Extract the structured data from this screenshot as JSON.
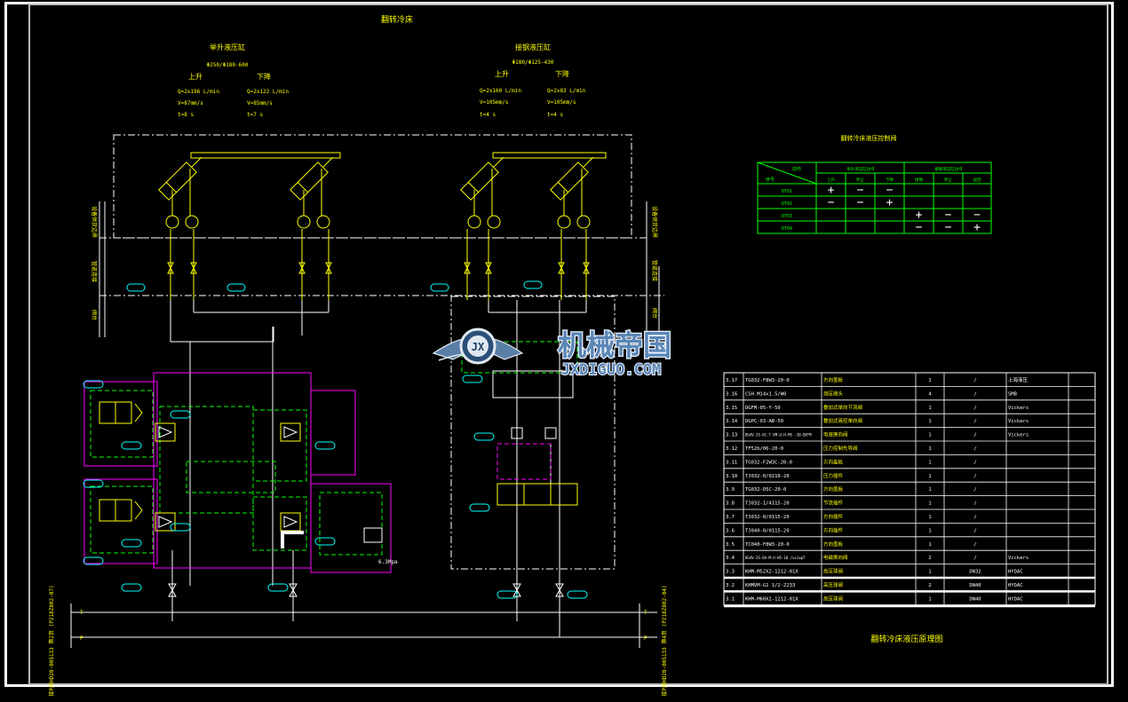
{
  "drawing": {
    "title": "翻转冷床",
    "bottom_title": "翻转冷床液压原理图",
    "colors": {
      "background": "#000000",
      "line": "#ffffff",
      "yellow": "#ffff00",
      "cyan": "#00ffff",
      "magenta": "#ff00ff",
      "green": "#00ff00",
      "red": "#ff2020"
    }
  },
  "cylinder_groups": [
    {
      "name": "举升液压缸",
      "spec": "Φ250/Φ180-600",
      "up": {
        "label": "上升",
        "q": "Q=2x196 L/min",
        "v": "V=87mm/s",
        "t": "t=8 s"
      },
      "down": {
        "label": "下降",
        "q": "Q=2x122 L/min",
        "v": "V=85mm/s",
        "t": "t=7 s"
      }
    },
    {
      "name": "接钢液压缸",
      "spec": "Φ180/Φ125-430",
      "up": {
        "label": "上升",
        "q": "Q=2x160 L/min",
        "v": "V=105mm/s",
        "t": "t=4 s"
      },
      "down": {
        "label": "下降",
        "q": "Q=2x83 L/min",
        "v": "V=105mm/s",
        "t": "t=4 s"
      }
    }
  ],
  "side_labels": {
    "left_upper": "设备供货边界",
    "left_mid": "管道连接",
    "left_low": "阀台",
    "right_upper": "设备供货边界",
    "right_mid": "管道连接",
    "right_low": "阀台",
    "pipe_left": "接P用HD20-005133 第2页 (P218Z802-07)",
    "pipe_right": "接P用HD20-005133 第4页 (P218Z802-04)"
  },
  "solenoid_table": {
    "title": "翻转冷床液压控制阀",
    "header_corner_top": "动作",
    "header_corner_bottom": "序号",
    "group1": "举升液压缸动作",
    "group2": "接钢液压缸动作",
    "sub": [
      "上升",
      "停止",
      "下降",
      "接钢",
      "停止",
      "返回"
    ],
    "rows": [
      {
        "id": "DT01",
        "cells": [
          "+",
          "−",
          "−",
          "",
          "",
          ""
        ]
      },
      {
        "id": "DT02",
        "cells": [
          "−",
          "−",
          "+",
          "",
          "",
          ""
        ]
      },
      {
        "id": "DT03",
        "cells": [
          "",
          "",
          "",
          "+",
          "−",
          "−"
        ]
      },
      {
        "id": "DT04",
        "cells": [
          "",
          "",
          "",
          "−",
          "−",
          "+"
        ]
      }
    ]
  },
  "parts": [
    {
      "no": "3.17",
      "code": "TG032-F8W3-20-0",
      "name": "方向盖板",
      "qty": "1",
      "spec": "/",
      "maker": "上海液压"
    },
    {
      "no": "3.16",
      "code": "CSH M14x1.5/W0",
      "name": "测压接头",
      "qty": "4",
      "spec": "/",
      "maker": "SMB"
    },
    {
      "no": "3.15",
      "code": "DGFM-05-Y-50",
      "name": "叠加式单向节流阀",
      "qty": "1",
      "spec": "/",
      "maker": "Vickers"
    },
    {
      "no": "3.14",
      "code": "DGPC-03-AB-50",
      "name": "叠加式液控单向阀",
      "qty": "1",
      "spec": "/",
      "maker": "Vickers"
    },
    {
      "no": "3.13",
      "code": "DG4V-3S-6C-T-VM-U-H-M5 -30-EN*M",
      "name": "电液换向阀",
      "qty": "1",
      "spec": "/",
      "maker": "Vickers"
    },
    {
      "no": "3.12",
      "code": "TF52b/06-20-0",
      "name": "压力控制先导阀",
      "qty": "1",
      "spec": "/",
      "maker": ""
    },
    {
      "no": "3.11",
      "code": "TG032-F2W3C-20-0",
      "name": "方向盖板",
      "qty": "1",
      "spec": "/",
      "maker": ""
    },
    {
      "no": "3.10",
      "code": "TJ032-0/0210-20",
      "name": "压力插件",
      "qty": "1",
      "spec": "/",
      "maker": ""
    },
    {
      "no": "3.9",
      "code": "TG032-D5C-20-0",
      "name": "方向盖板",
      "qty": "1",
      "spec": "/",
      "maker": ""
    },
    {
      "no": "3.8",
      "code": "TJ032-1/4115-20",
      "name": "节流插件",
      "qty": "1",
      "spec": "/",
      "maker": ""
    },
    {
      "no": "3.7",
      "code": "TJ032-0/0115-20",
      "name": "方向插件",
      "qty": "1",
      "spec": "/",
      "maker": ""
    },
    {
      "no": "3.6",
      "code": "TJ040-0/0115-20",
      "name": "方向插件",
      "qty": "1",
      "spec": "/",
      "maker": ""
    },
    {
      "no": "3.5",
      "code": "TC040-F8W3-20-0",
      "name": "方向盖板",
      "qty": "1",
      "spec": "/",
      "maker": ""
    },
    {
      "no": "3.4",
      "code": "DG4V-3S-6A-M-U-H5-10 /ss/wp7",
      "name": "电磁换向阀",
      "qty": "2",
      "spec": "/",
      "maker": "Vickers"
    },
    {
      "no": "3.3",
      "code": "KHM-M52X2-1212-01X",
      "name": "高压球阀",
      "qty": "1",
      "spec": "DN32",
      "maker": "HYDAC"
    },
    {
      "no": "3.2",
      "code": "KHMVM-G1 1/2-2233",
      "name": "高压球阀",
      "qty": "2",
      "spec": "DN40",
      "maker": "HYDAC"
    },
    {
      "no": "3.1",
      "code": "KHM-M60X2-1212-01X",
      "name": "高压球阀",
      "qty": "1",
      "spec": "DN40",
      "maker": "HYDAC"
    }
  ],
  "watermark": {
    "cn": "机械帝国",
    "en": "JXDIGUO.COM",
    "badge": "JX"
  },
  "misc": {
    "pressure": "6.3Mpa",
    "port_P": "P",
    "port_T": "T",
    "pump": "Ø"
  }
}
